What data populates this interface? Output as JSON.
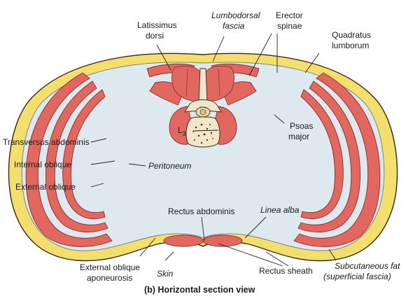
{
  "figure": {
    "caption": "(b) Horizontal section view",
    "subscript_3": "3",
    "labels": {
      "latissimus_1": "Latissimus",
      "latissimus_2": "dorsi",
      "lumbodorsal_1": "Lumbodorsal",
      "lumbodorsal_2": "fascia",
      "erector_1": "Erector",
      "erector_2": "spinae",
      "quadratus_1": "Quadratus",
      "quadratus_2": "lumborum",
      "l3": "L",
      "psoas_1": "Psoas",
      "psoas_2": "major",
      "transversus": "Transversus abdominis",
      "internal_oblique": "Internal oblique",
      "peritoneum": "Peritoneum",
      "external_oblique": "External oblique",
      "rectus_abdominis": "Rectus abdominis",
      "linea_alba": "Linea alba",
      "ext_obl_apo_1": "External oblique",
      "ext_obl_apo_2": "aponeurosis",
      "skin": "Skin",
      "rectus_sheath": "Rectus sheath",
      "subcut_1": "Subcutaneous fat",
      "subcut_2": "(superficial fascia)"
    },
    "colors": {
      "fat": "#f3df6c",
      "muscle": "#e2685f",
      "muscle_dark": "#b8443c",
      "fascia": "#dde9ee",
      "bone": "#f2e6c8",
      "outline": "#3a2a1a"
    }
  }
}
